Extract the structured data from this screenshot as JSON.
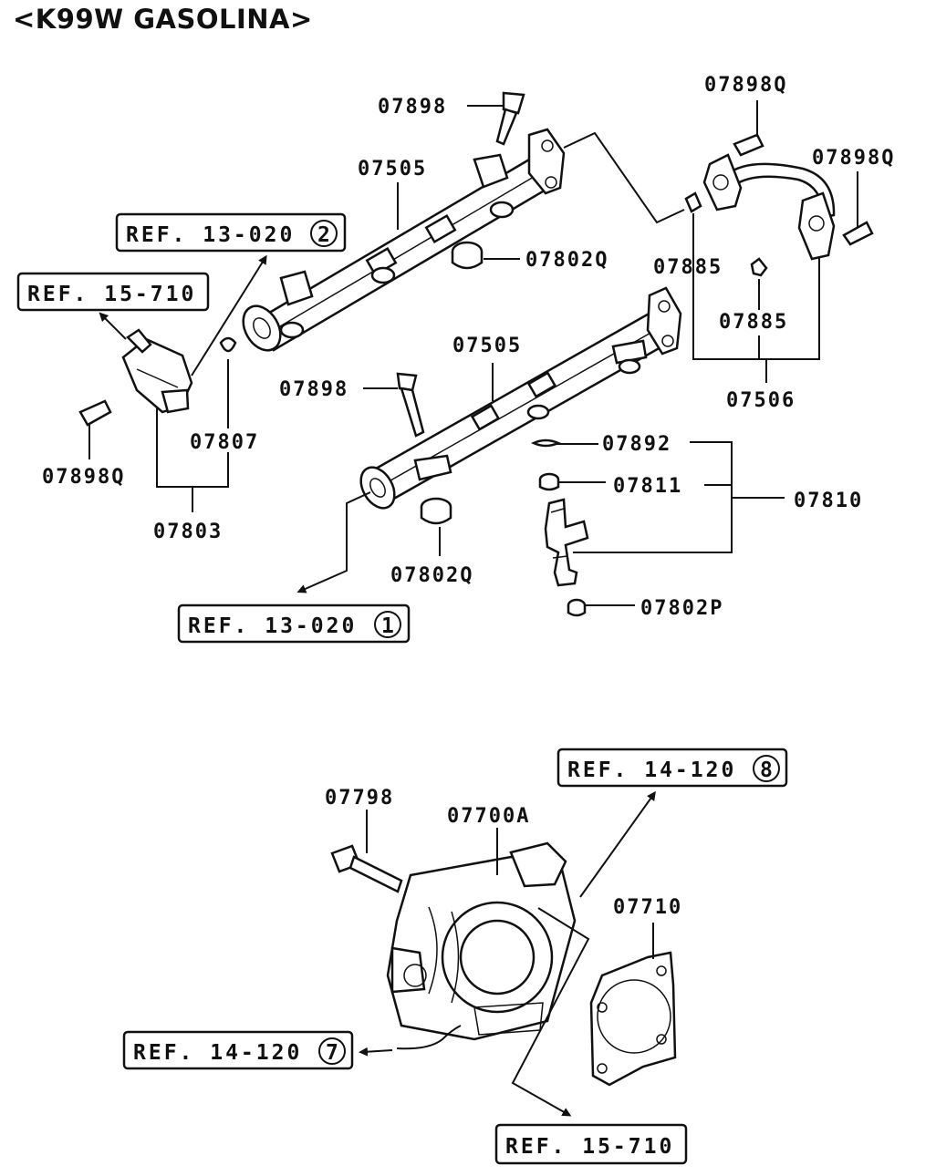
{
  "title": "<K99W GASOLINA>",
  "parts": {
    "p07898_top": "07898",
    "p07505_top": "07505",
    "p07802Q_a": "07802Q",
    "p07898Q_tr1": "07898Q",
    "p07898Q_tr2": "07898Q",
    "p07885_a": "07885",
    "p07885_b": "07885",
    "p07506": "07506",
    "p07505_mid": "07505",
    "p07898_mid": "07898",
    "p07807": "07807",
    "p07898Q_left": "07898Q",
    "p07803": "07803",
    "p07892": "07892",
    "p07811": "07811",
    "p07810": "07810",
    "p07802Q_b": "07802Q",
    "p07802P": "07802P",
    "p07798": "07798",
    "p07700A": "07700A",
    "p07710": "07710"
  },
  "refs": {
    "r13_020_2": {
      "text": "REF. 13-020",
      "circle": "2"
    },
    "r15_710_a": {
      "text": "REF. 15-710"
    },
    "r13_020_1": {
      "text": "REF. 13-020",
      "circle": "1"
    },
    "r14_120_8": {
      "text": "REF. 14-120",
      "circle": "8"
    },
    "r14_120_7": {
      "text": "REF. 14-120",
      "circle": "7"
    },
    "r15_710_b": {
      "text": "REF. 15-710"
    }
  }
}
